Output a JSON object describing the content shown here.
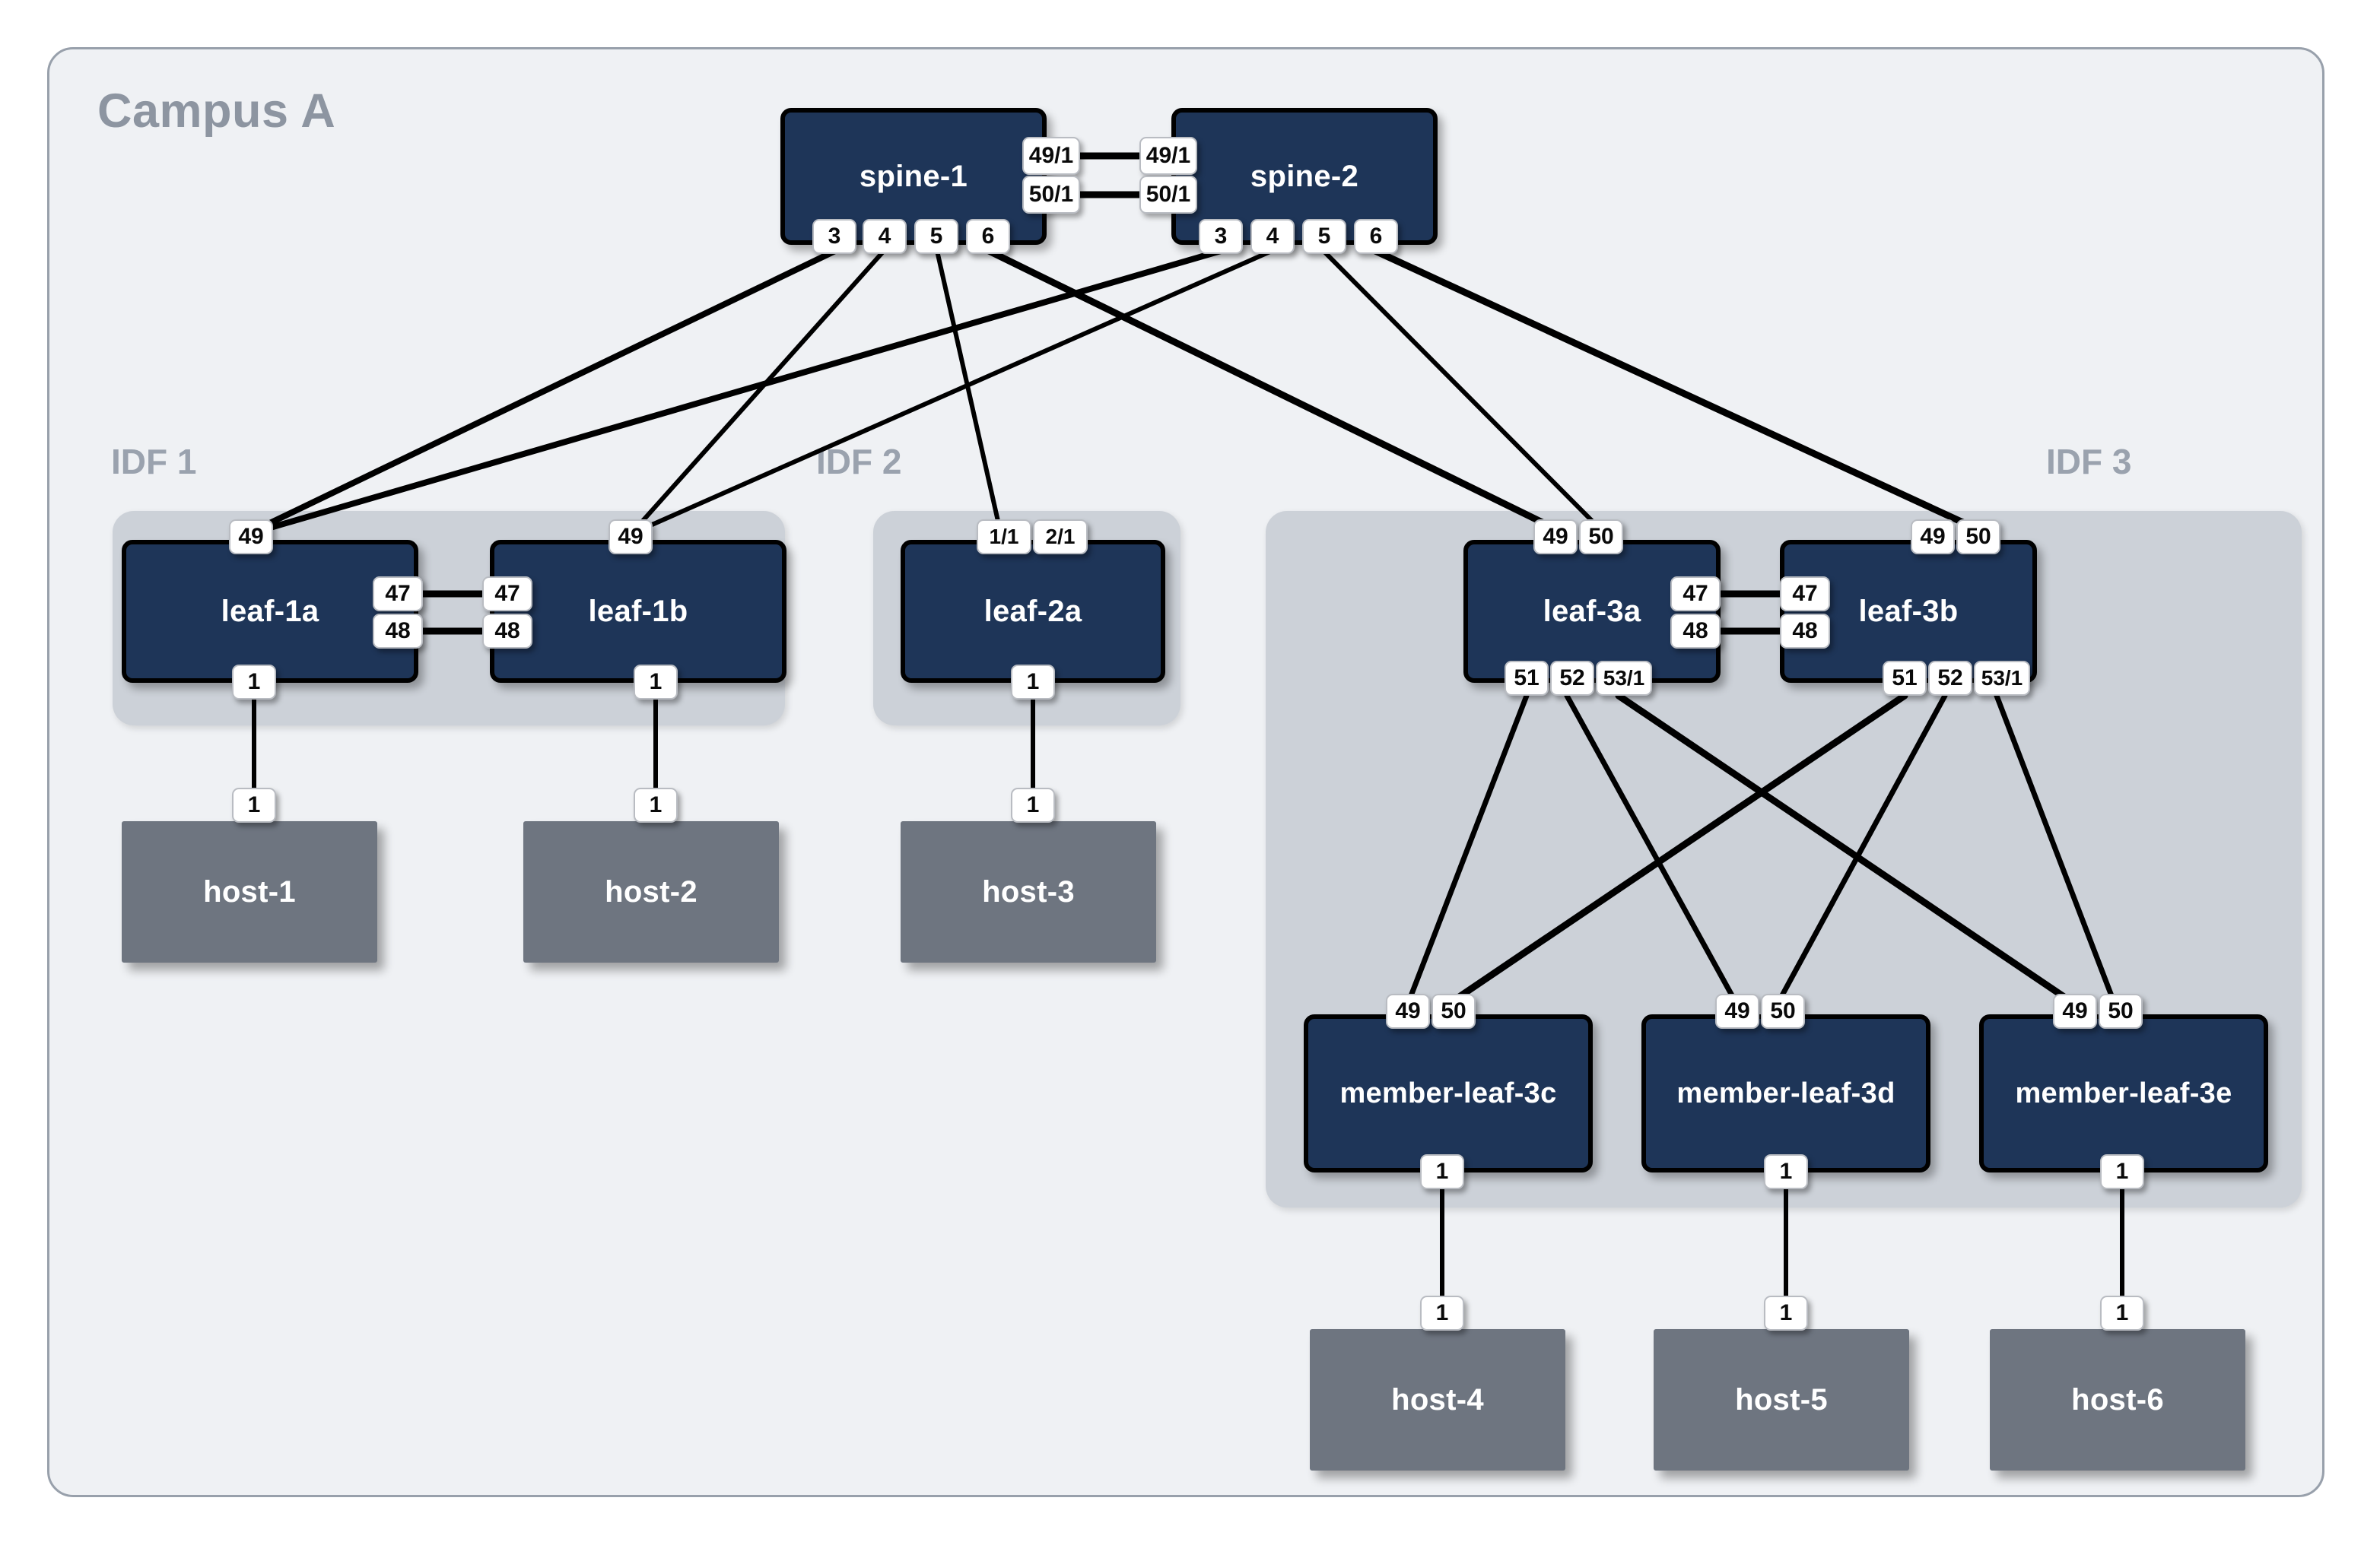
{
  "campus": {
    "title": "Campus A"
  },
  "groups": [
    {
      "id": "idf1",
      "label": "IDF 1"
    },
    {
      "id": "idf2",
      "label": "IDF 2"
    },
    {
      "id": "idf3",
      "label": "IDF 3"
    }
  ],
  "nodes": {
    "spine1": {
      "label": "spine-1"
    },
    "spine2": {
      "label": "spine-2"
    },
    "leaf1a": {
      "label": "leaf-1a"
    },
    "leaf1b": {
      "label": "leaf-1b"
    },
    "leaf2a": {
      "label": "leaf-2a"
    },
    "leaf3a": {
      "label": "leaf-3a"
    },
    "leaf3b": {
      "label": "leaf-3b"
    },
    "mleaf3c": {
      "label": "member-leaf-3c"
    },
    "mleaf3d": {
      "label": "member-leaf-3d"
    },
    "mleaf3e": {
      "label": "member-leaf-3e"
    },
    "host1": {
      "label": "host-1"
    },
    "host2": {
      "label": "host-2"
    },
    "host3": {
      "label": "host-3"
    },
    "host4": {
      "label": "host-4"
    },
    "host5": {
      "label": "host-5"
    },
    "host6": {
      "label": "host-6"
    }
  },
  "ports": {
    "spine1_491": "49/1",
    "spine1_501": "50/1",
    "spine1_3": "3",
    "spine1_4": "4",
    "spine1_5": "5",
    "spine1_6": "6",
    "spine2_491": "49/1",
    "spine2_501": "50/1",
    "spine2_3": "3",
    "spine2_4": "4",
    "spine2_5": "5",
    "spine2_6": "6",
    "leaf1a_49": "49",
    "leaf1a_47": "47",
    "leaf1a_48": "48",
    "leaf1a_1": "1",
    "leaf1b_49": "49",
    "leaf1b_47": "47",
    "leaf1b_48": "48",
    "leaf1b_1": "1",
    "leaf2a_11": "1/1",
    "leaf2a_21": "2/1",
    "leaf2a_1": "1",
    "leaf3a_49": "49",
    "leaf3a_50": "50",
    "leaf3a_47": "47",
    "leaf3a_48": "48",
    "leaf3a_51": "51",
    "leaf3a_52": "52",
    "leaf3a_531": "53/1",
    "leaf3b_49": "49",
    "leaf3b_50": "50",
    "leaf3b_47": "47",
    "leaf3b_48": "48",
    "leaf3b_51": "51",
    "leaf3b_52": "52",
    "leaf3b_531": "53/1",
    "mleaf3c_49": "49",
    "mleaf3c_50": "50",
    "mleaf3c_1": "1",
    "mleaf3d_49": "49",
    "mleaf3d_50": "50",
    "mleaf3d_1": "1",
    "mleaf3e_49": "49",
    "mleaf3e_50": "50",
    "mleaf3e_1": "1",
    "host1_1": "1",
    "host2_1": "1",
    "host3_1": "1",
    "host4_1": "1",
    "host5_1": "1",
    "host6_1": "1"
  },
  "colors": {
    "frame_bg": "#eff1f4",
    "frame_border": "#98a0ab",
    "group_bg": "#ccd1d8",
    "switch_bg": "#1e3558",
    "host_bg": "#6e7580",
    "label_text": "#9aa2ae",
    "link": "#000000",
    "port_bg": "#ffffff"
  },
  "links": [
    {
      "from": "spine-1:49/1",
      "to": "spine-2:49/1"
    },
    {
      "from": "spine-1:50/1",
      "to": "spine-2:50/1"
    },
    {
      "from": "spine-1:3",
      "to": "leaf-1a:49"
    },
    {
      "from": "spine-1:4",
      "to": "leaf-1b:49"
    },
    {
      "from": "spine-1:5",
      "to": "leaf-2a:1/1"
    },
    {
      "from": "spine-1:6",
      "to": "leaf-3a:49"
    },
    {
      "from": "spine-2:3",
      "to": "leaf-1a:49"
    },
    {
      "from": "spine-2:4",
      "to": "leaf-1b:49"
    },
    {
      "from": "spine-2:5",
      "to": "leaf-3a:50"
    },
    {
      "from": "spine-2:6",
      "to": "leaf-3b:50"
    },
    {
      "from": "leaf-1a:47",
      "to": "leaf-1b:47"
    },
    {
      "from": "leaf-1a:48",
      "to": "leaf-1b:48"
    },
    {
      "from": "leaf-3a:47",
      "to": "leaf-3b:47"
    },
    {
      "from": "leaf-3a:48",
      "to": "leaf-3b:48"
    },
    {
      "from": "leaf-3a:51",
      "to": "member-leaf-3c:49"
    },
    {
      "from": "leaf-3a:52",
      "to": "member-leaf-3d:49"
    },
    {
      "from": "leaf-3a:53/1",
      "to": "member-leaf-3e:49"
    },
    {
      "from": "leaf-3b:51",
      "to": "member-leaf-3c:50"
    },
    {
      "from": "leaf-3b:52",
      "to": "member-leaf-3d:50"
    },
    {
      "from": "leaf-3b:53/1",
      "to": "member-leaf-3e:50"
    },
    {
      "from": "leaf-1a:1",
      "to": "host-1:1"
    },
    {
      "from": "leaf-1b:1",
      "to": "host-2:1"
    },
    {
      "from": "leaf-2a:1",
      "to": "host-3:1"
    },
    {
      "from": "member-leaf-3c:1",
      "to": "host-4:1"
    },
    {
      "from": "member-leaf-3d:1",
      "to": "host-5:1"
    },
    {
      "from": "member-leaf-3e:1",
      "to": "host-6:1"
    }
  ]
}
